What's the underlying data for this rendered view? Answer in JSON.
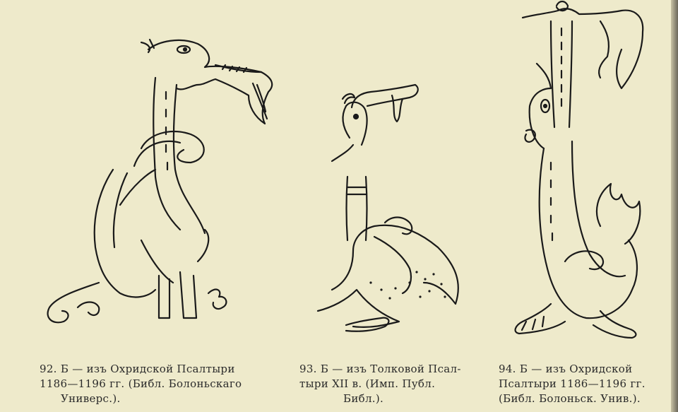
{
  "figures": [
    {
      "number": "92",
      "caption_lines": [
        "92.  Б — изъ  Охридской  Псалтыри",
        "1186—1196  гг.  (Библ.  Болоньскаго",
        "Универс.)."
      ]
    },
    {
      "number": "93",
      "caption_lines": [
        "93. Б — изъ  Толковой Псал-",
        "тыри  XII  в.  (Имп.  Публ.",
        "Библ.)."
      ]
    },
    {
      "number": "94",
      "caption_lines": [
        "94.  Б — изъ  Охридской",
        "Псалтыри 1186—1196 гг.",
        "(Библ. Болоньск. Унив.)."
      ]
    }
  ],
  "colors": {
    "paper": "#eeeacb",
    "ink": "#1a1a1a"
  }
}
